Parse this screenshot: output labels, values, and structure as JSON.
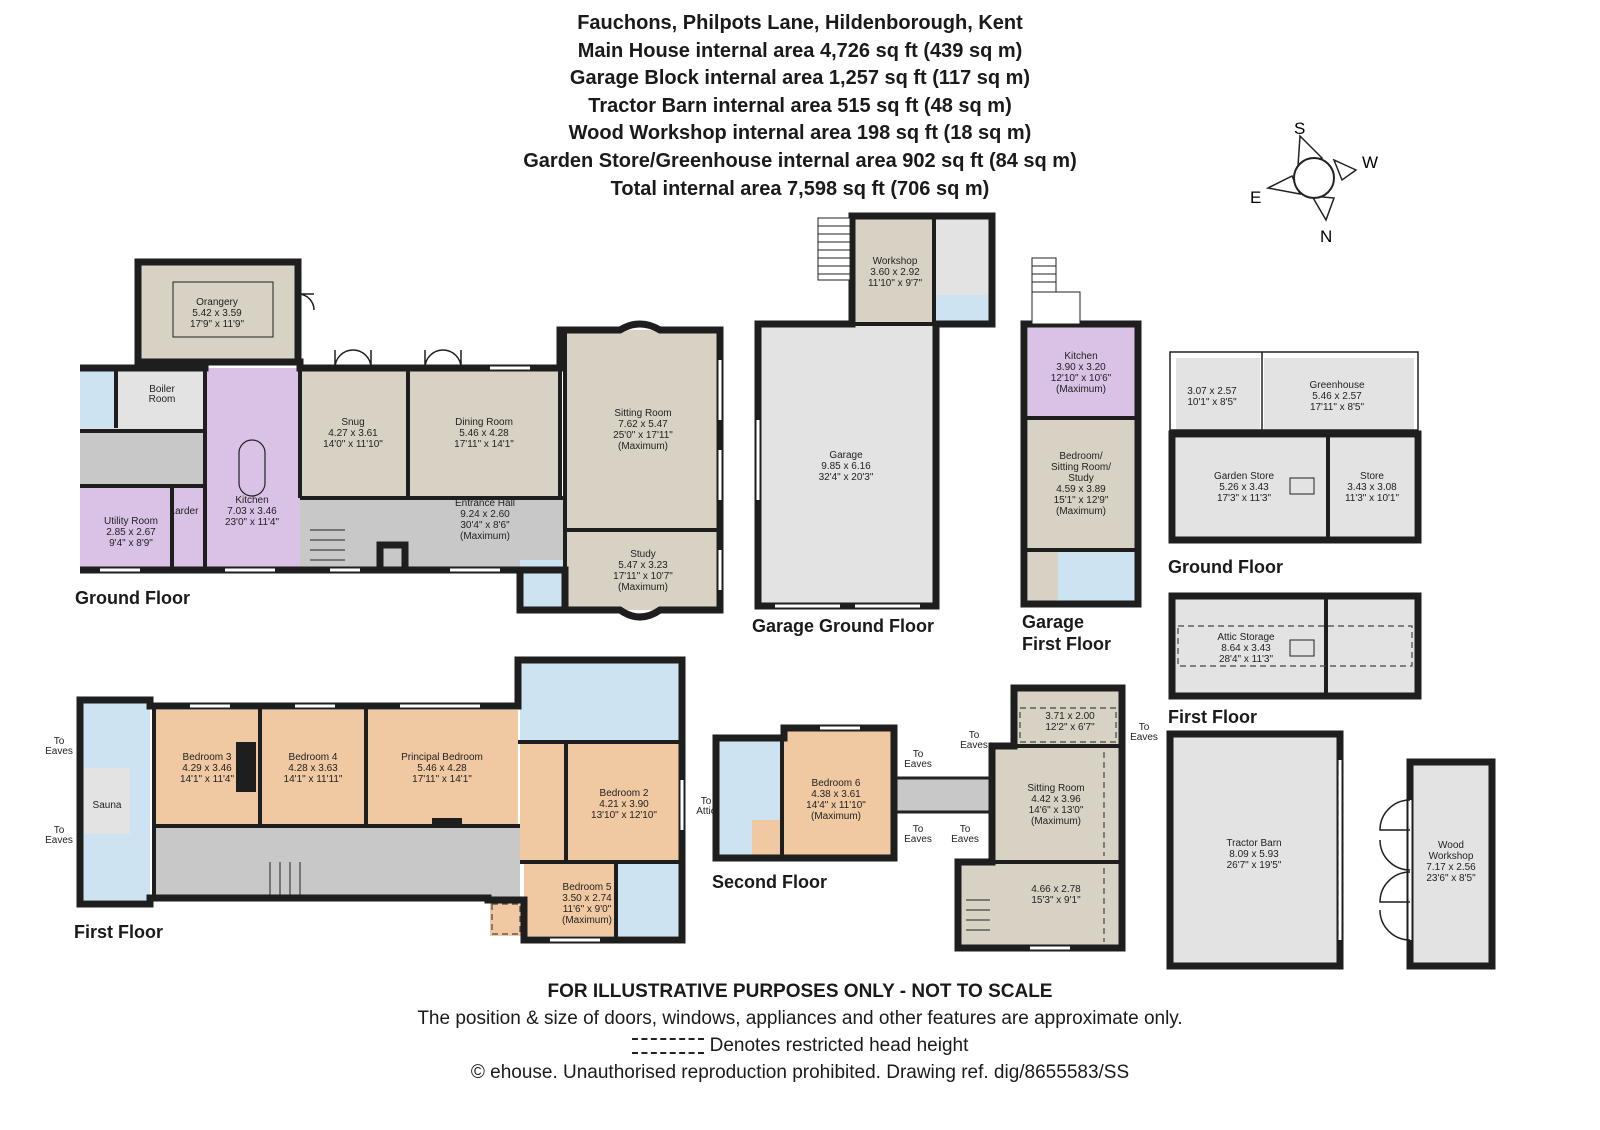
{
  "header": {
    "title": "Fauchons, Philpots Lane, Hildenborough, Kent",
    "lines": [
      "Main House internal area 4,726 sq ft (439 sq m)",
      "Garage Block internal area 1,257 sq ft (117 sq m)",
      "Tractor Barn internal area 515 sq ft (48 sq m)",
      "Wood Workshop internal area 198 sq ft (18 sq m)",
      "Garden Store/Greenhouse internal area 902 sq ft (84 sq m)",
      "Total internal area 7,598 sq ft (706 sq m)"
    ]
  },
  "compass": {
    "s": "S",
    "w": "W",
    "e": "E",
    "n": "N"
  },
  "floor_labels": {
    "main_ground": "Ground Floor",
    "main_first": "First Floor",
    "second": "Second Floor",
    "garage_ground": "Garage Ground Floor",
    "garage_first_1": "Garage",
    "garage_first_2": "First Floor",
    "outbuilding_ground": "Ground Floor",
    "outbuilding_first": "First Floor"
  },
  "rooms": {
    "orangery": [
      "Orangery",
      "5.42 x 3.59",
      "17'9\" x 11'9\""
    ],
    "boiler": [
      "Boiler",
      "Room"
    ],
    "snug": [
      "Snug",
      "4.27 x 3.61",
      "14'0\" x 11'10\""
    ],
    "dining": [
      "Dining Room",
      "5.46 x 4.28",
      "17'11\" x 14'1\""
    ],
    "sitting": [
      "Sitting Room",
      "7.62 x 5.47",
      "25'0\" x 17'11\"",
      "(Maximum)"
    ],
    "kitchen": [
      "Kitchen",
      "7.03 x 3.46",
      "23'0\" x 11'4\""
    ],
    "utility": [
      "Utility Room",
      "2.85 x 2.67",
      "9'4\" x 8'9\""
    ],
    "larder": [
      "Larder"
    ],
    "hall": [
      "Entrance Hall",
      "9.24 x 2.60",
      "30'4\" x 8'6\"",
      "(Maximum)"
    ],
    "study": [
      "Study",
      "5.47 x 3.23",
      "17'11\" x 10'7\"",
      "(Maximum)"
    ],
    "workshop": [
      "Workshop",
      "3.60 x 2.92",
      "11'10\" x 9'7\""
    ],
    "garage": [
      "Garage",
      "9.85 x 6.16",
      "32'4\" x 20'3\""
    ],
    "g_kitchen": [
      "Kitchen",
      "3.90 x 3.20",
      "12'10\" x 10'6\"",
      "(Maximum)"
    ],
    "g_bedroom": [
      "Bedroom/",
      "Sitting Room/",
      "Study",
      "4.59 x 3.89",
      "15'1\" x 12'9\"",
      "(Maximum)"
    ],
    "store_small": [
      "3.07 x 2.57",
      "10'1\" x 8'5\""
    ],
    "greenhouse": [
      "Greenhouse",
      "5.46 x 2.57",
      "17'11\" x 8'5\""
    ],
    "garden_store": [
      "Garden Store",
      "5.26 x 3.43",
      "17'3\" x 11'3\""
    ],
    "store": [
      "Store",
      "3.43 x 3.08",
      "11'3\" x 10'1\""
    ],
    "attic": [
      "Attic Storage",
      "8.64 x 3.43",
      "28'4\" x 11'3\""
    ],
    "bed3": [
      "Bedroom 3",
      "4.29 x 3.46",
      "14'1\" x 11'4\""
    ],
    "bed4": [
      "Bedroom 4",
      "4.28 x 3.63",
      "14'1\" x 11'11\""
    ],
    "principal": [
      "Principal Bedroom",
      "5.46 x 4.28",
      "17'11\" x 14'1\""
    ],
    "bed2": [
      "Bedroom 2",
      "4.21 x 3.90",
      "13'10\" x 12'10\""
    ],
    "bed5": [
      "Bedroom 5",
      "3.50 x 2.74",
      "11'6\" x 9'0\"",
      "(Maximum)"
    ],
    "sauna": [
      "Sauna"
    ],
    "bed6": [
      "Bedroom 6",
      "4.38 x 3.61",
      "14'4\" x 11'10\"",
      "(Maximum)"
    ],
    "sf_top": [
      "3.71 x 2.00",
      "12'2\" x 6'7\""
    ],
    "sf_sitting": [
      "Sitting Room",
      "4.42 x 3.96",
      "14'6\" x 13'0\"",
      "(Maximum)"
    ],
    "sf_bottom": [
      "4.66 x 2.78",
      "15'3\" x 9'1\""
    ],
    "tractor": [
      "Tractor Barn",
      "8.09 x 5.93",
      "26'7\" x 19'5\""
    ],
    "wood": [
      "Wood",
      "Workshop",
      "7.17 x 2.56",
      "23'6\" x 8'5\""
    ]
  },
  "notes": {
    "to_eaves_1": [
      "To",
      "Eaves"
    ],
    "to_eaves_2": [
      "To",
      "Eaves"
    ],
    "to_attic": [
      "To",
      "Attic"
    ],
    "to_eaves_3": [
      "To",
      "Eaves"
    ],
    "to_eaves_4": [
      "To",
      "Eaves"
    ],
    "to_eaves_5": [
      "To",
      "Eaves"
    ],
    "to_eaves_6": [
      "To",
      "Eaves"
    ],
    "to_eaves_7": [
      "To",
      "Eaves"
    ]
  },
  "colors": {
    "lilac": "#d9c2e6",
    "grey": "#c8c8c8",
    "beige": "#d8d2c5",
    "blue": "#cde3f1",
    "peach": "#f0c9a2",
    "light": "#e3e3e3"
  },
  "footer": {
    "disclaimer": "FOR ILLUSTRATIVE PURPOSES ONLY - NOT TO SCALE",
    "line1": "The position & size of doors, windows, appliances and other features are approximate only.",
    "line2": "Denotes restricted head height",
    "line3": "© ehouse. Unauthorised reproduction prohibited. Drawing ref. dig/8655583/SS"
  }
}
